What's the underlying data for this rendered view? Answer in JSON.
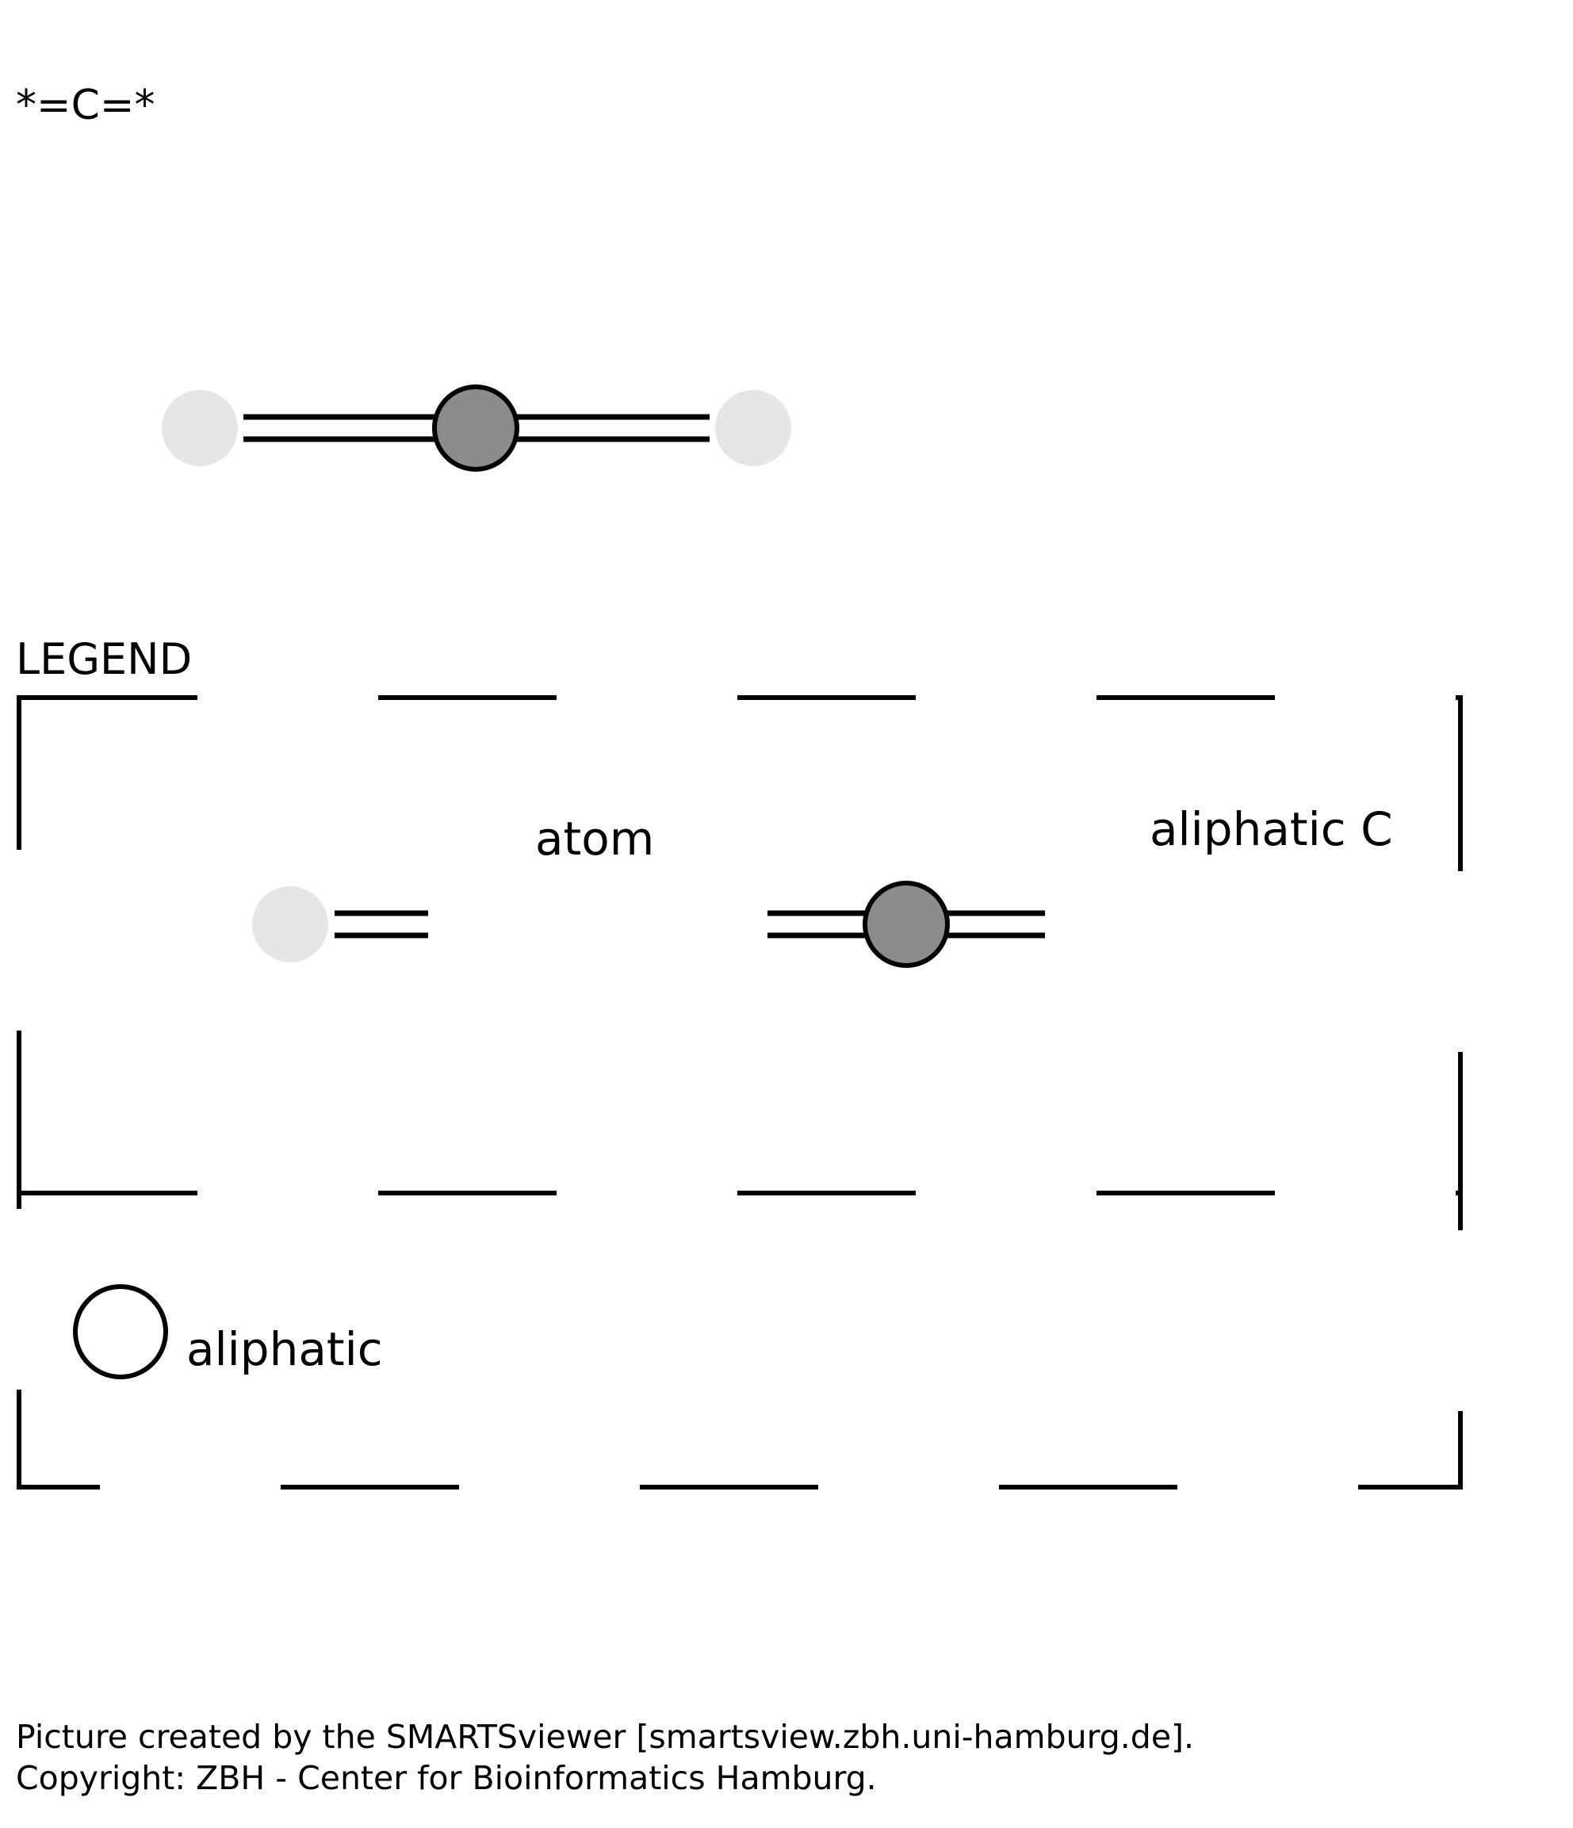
{
  "smarts_pattern": "*=C=*",
  "diagram": {
    "atoms": [
      {
        "label": "*",
        "kind": "wildcard",
        "color": "#e6e6e6"
      },
      {
        "label": "C",
        "kind": "aliphatic C",
        "color": "#8c8c8c"
      },
      {
        "label": "*",
        "kind": "wildcard",
        "color": "#e6e6e6"
      }
    ],
    "bonds": [
      {
        "from": 0,
        "to": 1,
        "order": "double"
      },
      {
        "from": 1,
        "to": 2,
        "order": "double"
      }
    ]
  },
  "legend": {
    "title": "LEGEND",
    "atom_label": "atom",
    "aliphatic_c_label": "aliphatic C",
    "aliphatic_label": "aliphatic"
  },
  "footer": {
    "line1": "Picture created by the SMARTSviewer [smartsview.zbh.uni-hamburg.de].",
    "line2": "Copyright: ZBH - Center for Bioinformatics Hamburg."
  },
  "colors": {
    "wildcard_atom": "#e6e6e6",
    "aliphatic_c_atom": "#8c8c8c",
    "stroke": "#000000",
    "background": "#ffffff"
  }
}
